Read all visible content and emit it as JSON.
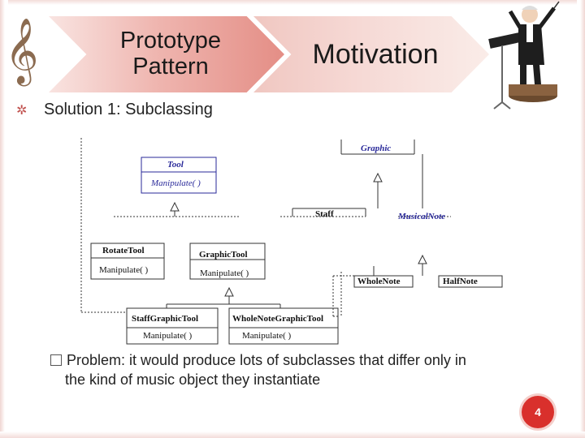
{
  "header": {
    "section_title": "Prototype Pattern",
    "subsection_title": "Motivation"
  },
  "bullets": [
    {
      "text": "Solution 1: Subclassing"
    }
  ],
  "diagram": {
    "classes": {
      "graphic": "Graphic",
      "tool": "Tool",
      "tool_manipulate": "Manipulate( )",
      "staff": "Staff",
      "musical_note": "MusicalNote",
      "rotate_tool": "RotateTool",
      "rotate_manipulate": "Manipulate( )",
      "graphic_tool": "GraphicTool",
      "graphic_tool_manipulate": "Manipulate( )",
      "whole_note": "WholeNote",
      "half_note": "HalfNote",
      "staff_graphic_tool": "StaffGraphicTool",
      "staff_graphic_manipulate": "Manipulate( )",
      "whole_note_graphic_tool": "WholeNoteGraphicTool",
      "whole_note_graphic_manipulate": "Manipulate( )"
    }
  },
  "sub_bullet": {
    "line1": "Problem: it would produce lots of subclasses that differ only in",
    "line2": "the kind of music object they instantiate"
  },
  "footer": {
    "page_number": "4"
  },
  "icons": [
    "treble-clef-icon",
    "conductor-clipart",
    "bullet-gear-icon",
    "checkbox-bullet-icon"
  ],
  "colors": {
    "accent": "#d9302c",
    "chevron_pink": "#e48e86",
    "uml_blue": "#2a2a9a"
  }
}
